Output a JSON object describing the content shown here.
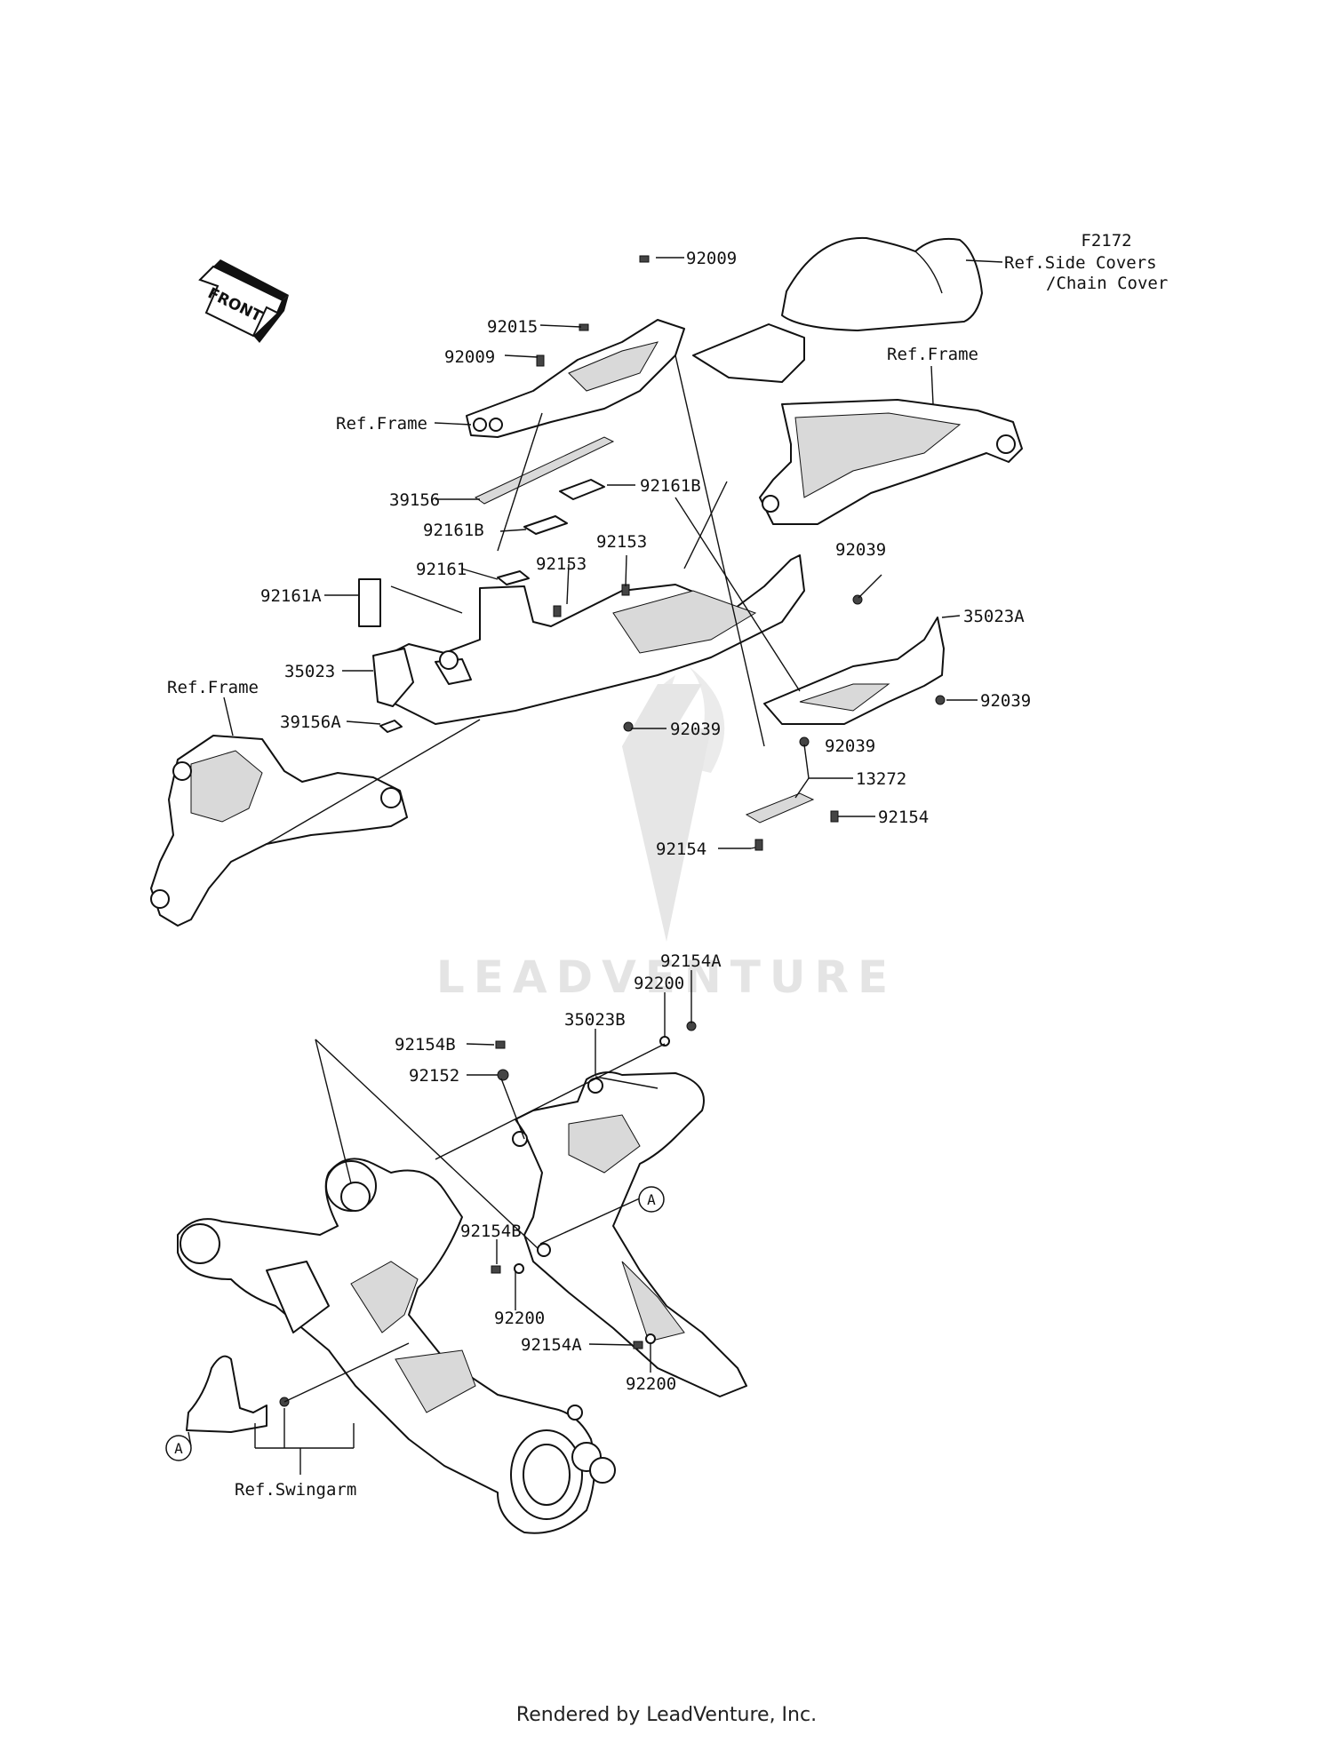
{
  "diagram_code": "F2172",
  "watermark": "LEADVENTURE",
  "front_arrow_label": "FRONT",
  "callout_letter": "A",
  "footer": "Rendered by LeadVenture, Inc.",
  "labels": {
    "ref_side_covers_1": "Ref.Side Covers",
    "ref_side_covers_2": "/Chain Cover",
    "ref_frame": "Ref.Frame",
    "ref_swingarm": "Ref.Swingarm",
    "p92009": "92009",
    "p92015": "92015",
    "p39156": "39156",
    "p92161B": "92161B",
    "p92161": "92161",
    "p92161A": "92161A",
    "p92153": "92153",
    "p92039": "92039",
    "p35023": "35023",
    "p35023A": "35023A",
    "p39156A": "39156A",
    "p13272": "13272",
    "p92154": "92154",
    "p92154A": "92154A",
    "p92200": "92200",
    "p35023B": "35023B",
    "p92154B": "92154B",
    "p92152": "92152"
  }
}
